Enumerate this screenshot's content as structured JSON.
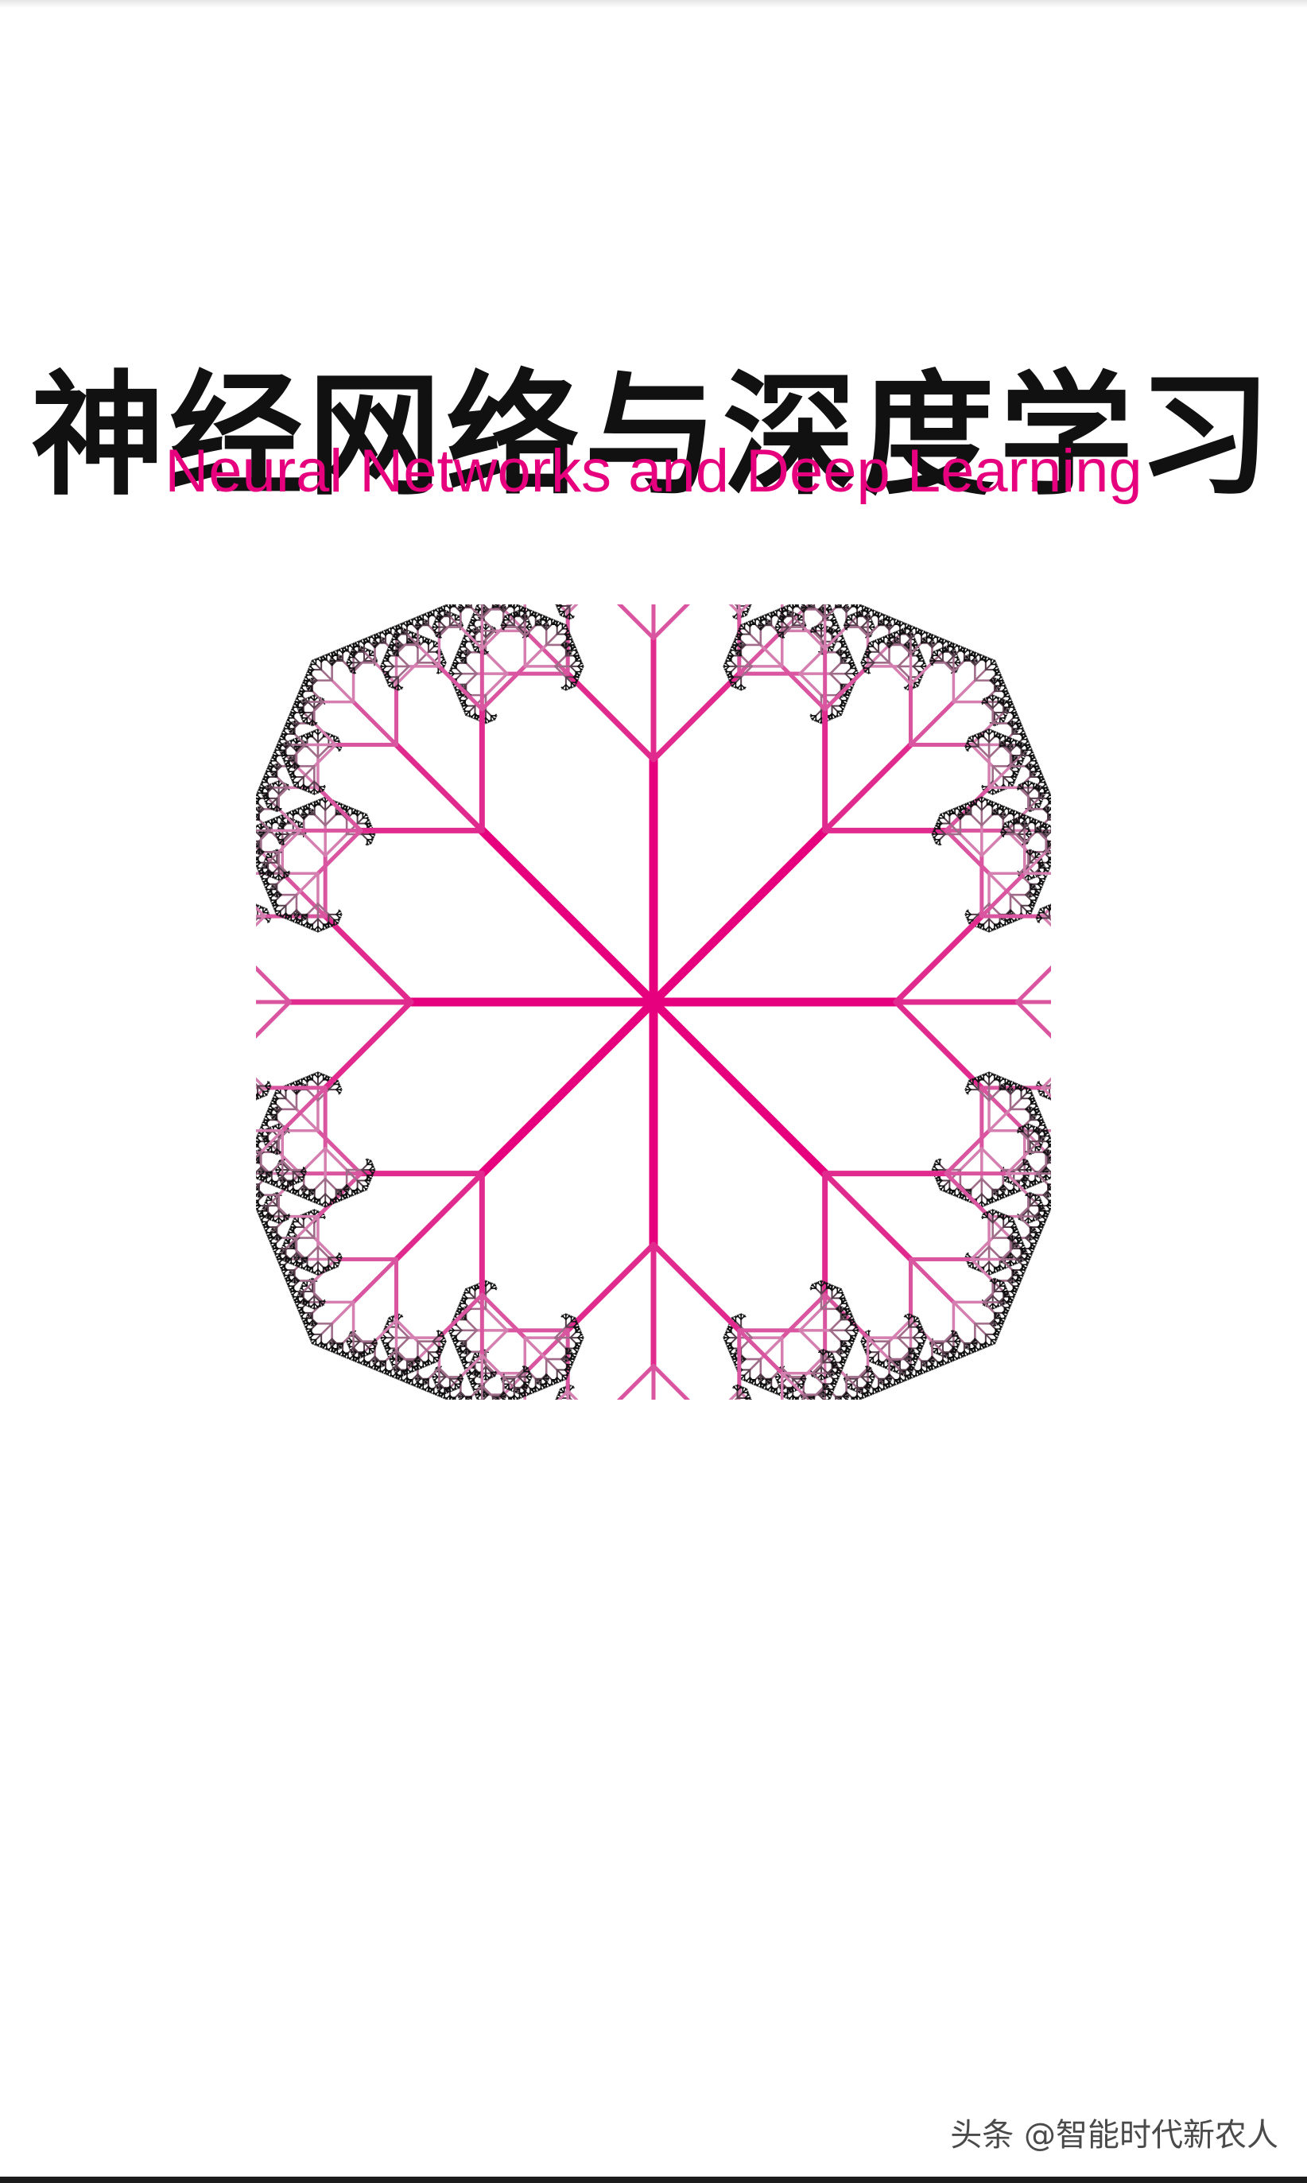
{
  "cover": {
    "title_zh": "神经网络与深度学习",
    "title_en": "Neural Networks and Deep Learning"
  },
  "watermark": {
    "text": "头条 @智能时代新农人"
  },
  "colors": {
    "accent": "#e6007e",
    "title": "#111111",
    "twig": "#111111",
    "background": "#ffffff"
  },
  "illustration": {
    "icon": "fractal-tree-snowflake-icon",
    "branches": 8,
    "levels": 8
  }
}
